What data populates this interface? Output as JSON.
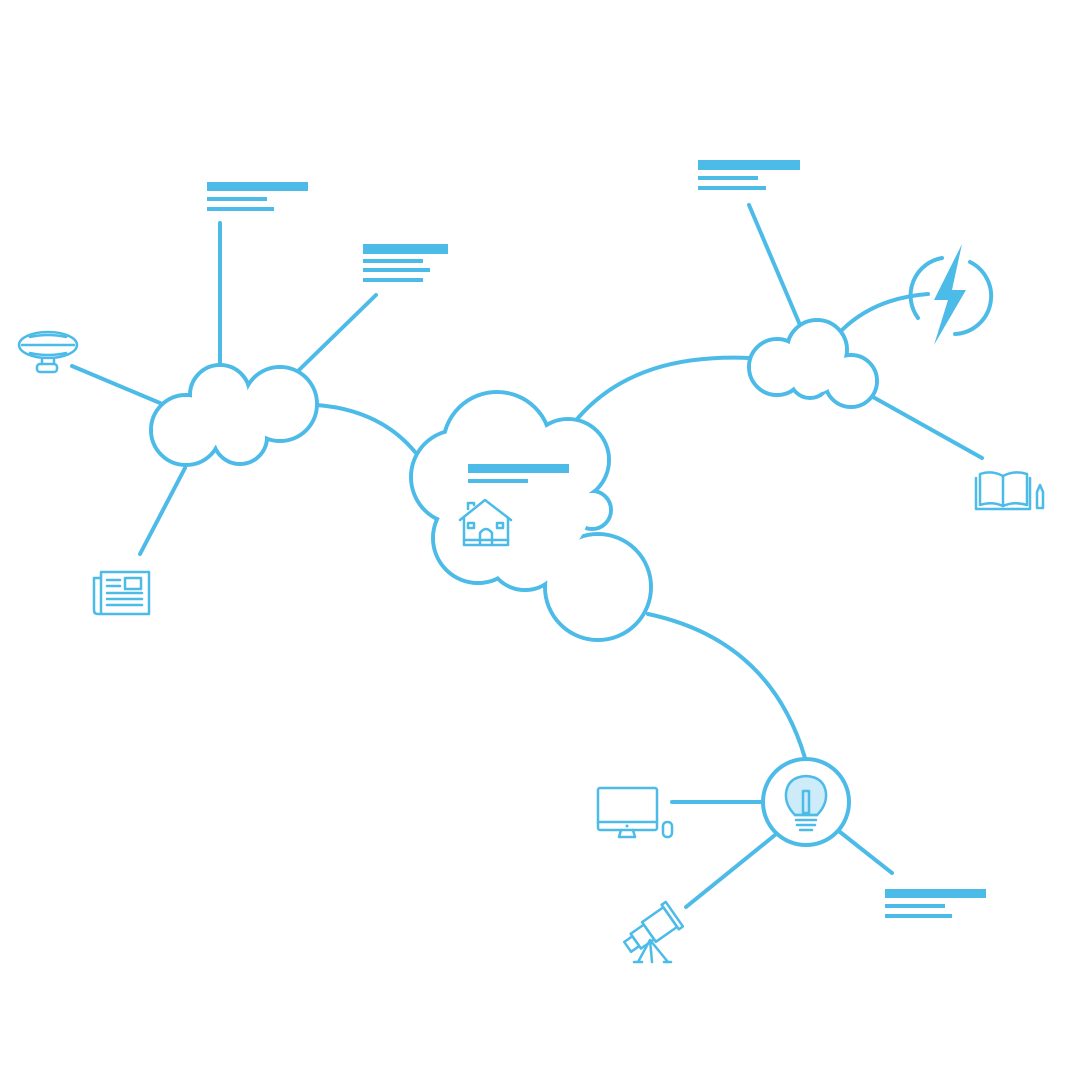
{
  "diagram": {
    "type": "mind-map",
    "colors": {
      "stroke": "#4DBBE8",
      "background": "#FFFFFF",
      "bulb_fill": "#CDEBF8"
    },
    "central_node": {
      "shape": "cloud",
      "icon": "house-icon"
    },
    "branches": [
      {
        "node": "cloud",
        "children": [
          "blimp-icon",
          "newspaper-icon",
          "text-placeholder",
          "text-placeholder"
        ]
      },
      {
        "node": "cloud",
        "children": [
          "lightning-icon",
          "book-icon",
          "text-placeholder"
        ]
      },
      {
        "node": "lightbulb-icon",
        "children": [
          "monitor-icon",
          "telescope-icon",
          "text-placeholder"
        ]
      }
    ]
  }
}
